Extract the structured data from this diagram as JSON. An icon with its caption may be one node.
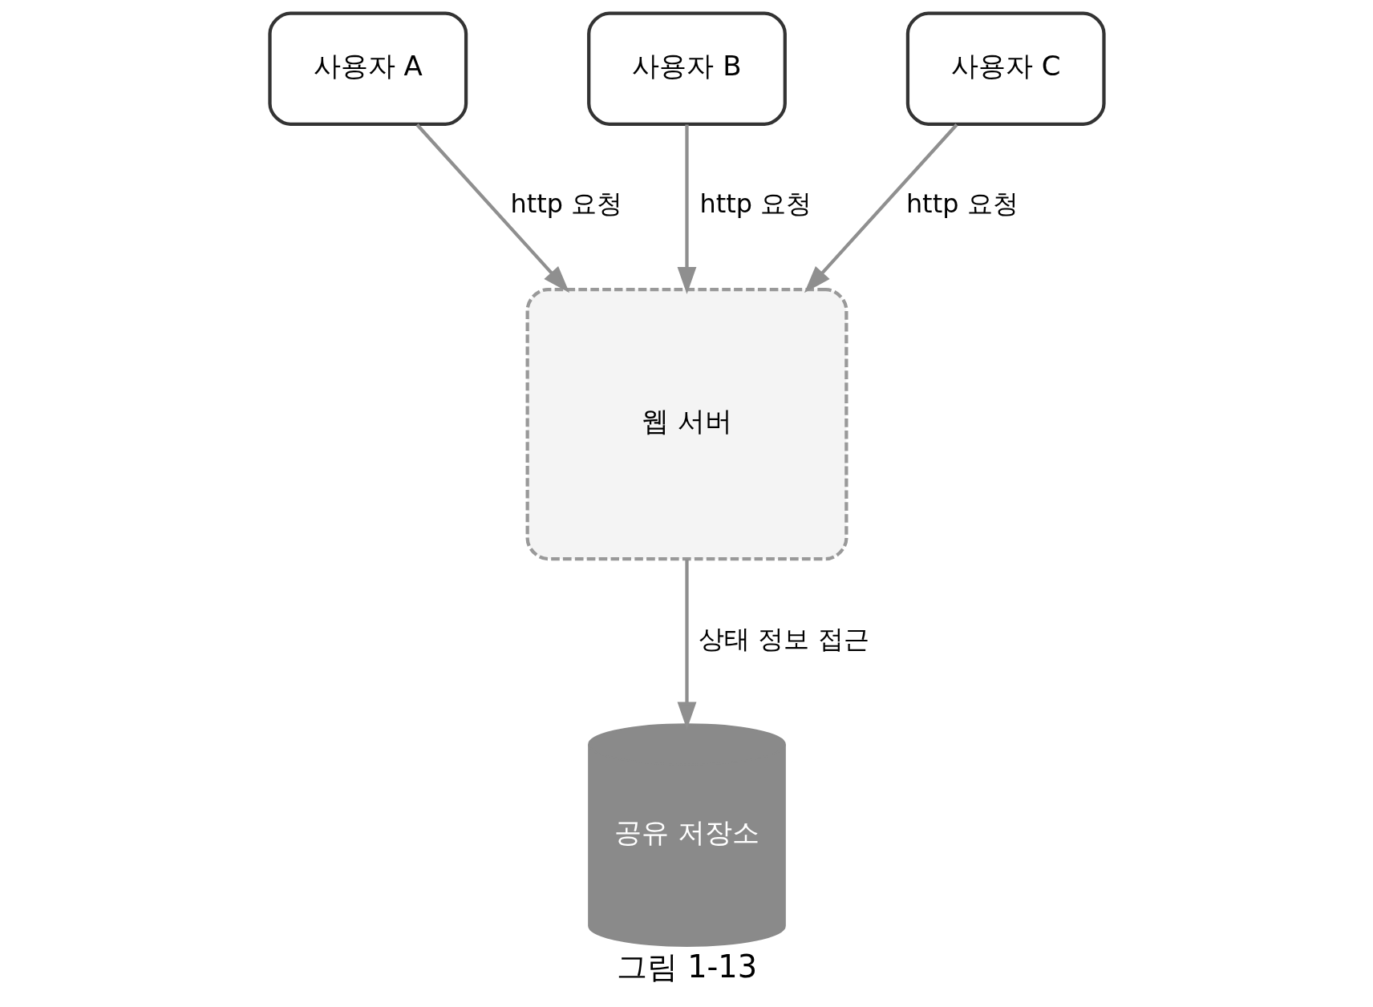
{
  "diagram": {
    "caption": "그림 1-13",
    "nodes": [
      {
        "text": [
          "사용자 A"
        ]
      },
      {
        "text": [
          "사용자 B"
        ]
      },
      {
        "text": [
          "사용자 C"
        ]
      },
      {
        "text": [
          "웹 서버"
        ]
      },
      {
        "text": [
          "공유 저장소"
        ]
      }
    ],
    "edges": [
      {
        "from": 0,
        "to": 3,
        "arrow": "to",
        "label": "http 요청"
      },
      {
        "from": 1,
        "to": 3,
        "arrow": "to",
        "label": "http 요청"
      },
      {
        "from": 2,
        "to": 3,
        "arrow": "to",
        "label": "http 요청"
      },
      {
        "from": 3,
        "to": 4,
        "arrow": "to",
        "label": "상태 정보 접근"
      }
    ]
  }
}
